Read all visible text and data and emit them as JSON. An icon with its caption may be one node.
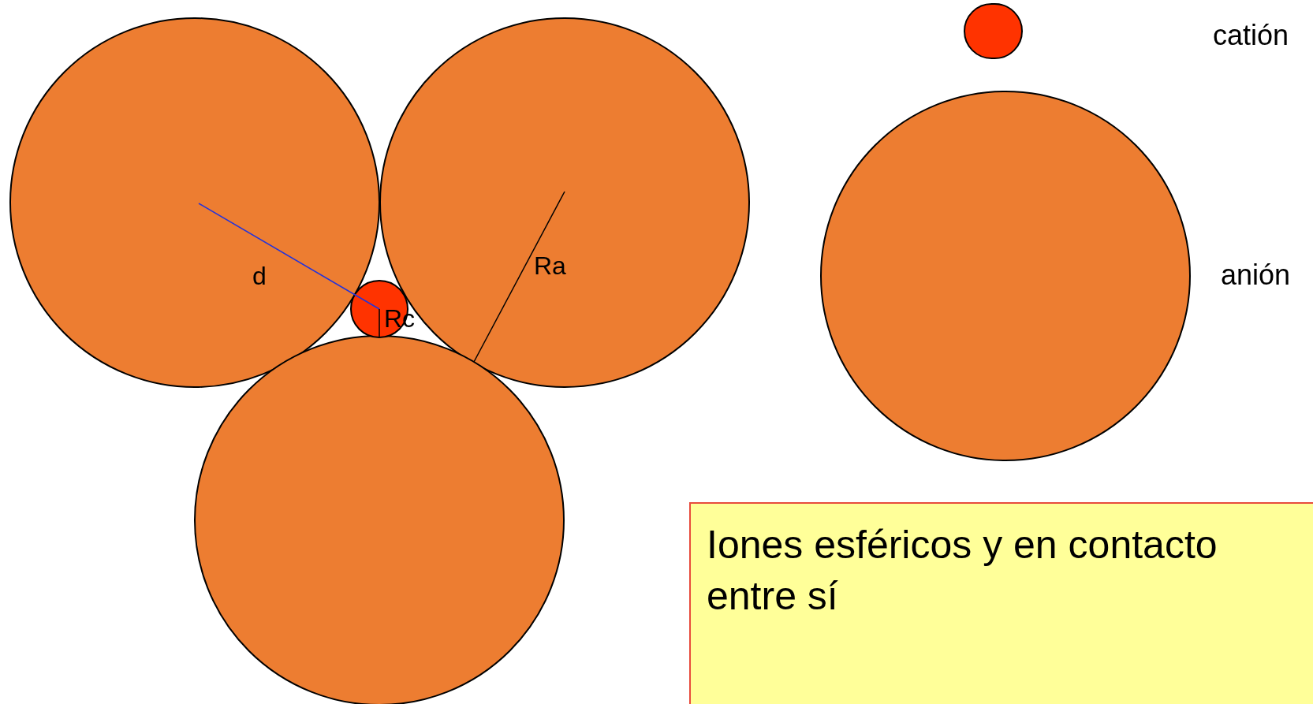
{
  "diagram": {
    "nodes": [
      {
        "text": [],
        "shape": "circle"
      },
      {
        "text": [],
        "shape": "circle"
      },
      {
        "text": [],
        "shape": "circle"
      },
      {
        "text": [],
        "shape": "circle"
      },
      {
        "text": [
          "Iones esféricos y en contacto entre sí"
        ]
      }
    ],
    "labels": [
      "d",
      "Ra",
      "Rc"
    ],
    "legend": [
      {
        "text": "catión",
        "color": "#ff3300"
      },
      {
        "text": "anión",
        "color": "#ed7d31"
      }
    ]
  }
}
